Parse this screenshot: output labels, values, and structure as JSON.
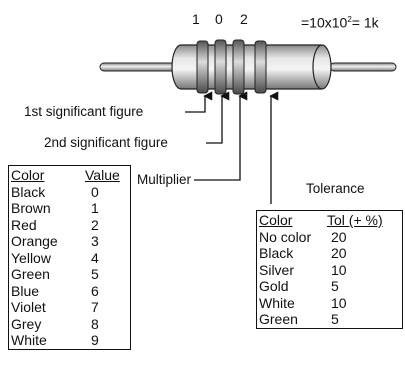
{
  "top": {
    "digits": [
      "1",
      "0",
      "2"
    ],
    "formula_main": "=10x10",
    "formula_exp": "2",
    "formula_result": "= 1k"
  },
  "labels": {
    "first_figure": "1st significant figure",
    "second_figure": "2nd significant figure",
    "multiplier": "Multiplier",
    "tolerance": "Tolerance"
  },
  "color_value_table": {
    "headers": [
      "Color",
      "Value"
    ],
    "rows": [
      [
        "Black",
        "0"
      ],
      [
        "Brown",
        "1"
      ],
      [
        "Red",
        "2"
      ],
      [
        "Orange",
        "3"
      ],
      [
        "Yellow",
        "4"
      ],
      [
        "Green",
        "5"
      ],
      [
        "Blue",
        "6"
      ],
      [
        "Violet",
        "7"
      ],
      [
        "Grey",
        "8"
      ],
      [
        "White",
        "9"
      ]
    ]
  },
  "tolerance_table": {
    "headers": [
      "Color",
      "Tol (+ %)"
    ],
    "rows": [
      [
        "No color",
        "20"
      ],
      [
        "Black",
        "20"
      ],
      [
        "Silver",
        "10"
      ],
      [
        "Gold",
        "5"
      ],
      [
        "White",
        "10"
      ],
      [
        "Green",
        "5"
      ]
    ]
  }
}
